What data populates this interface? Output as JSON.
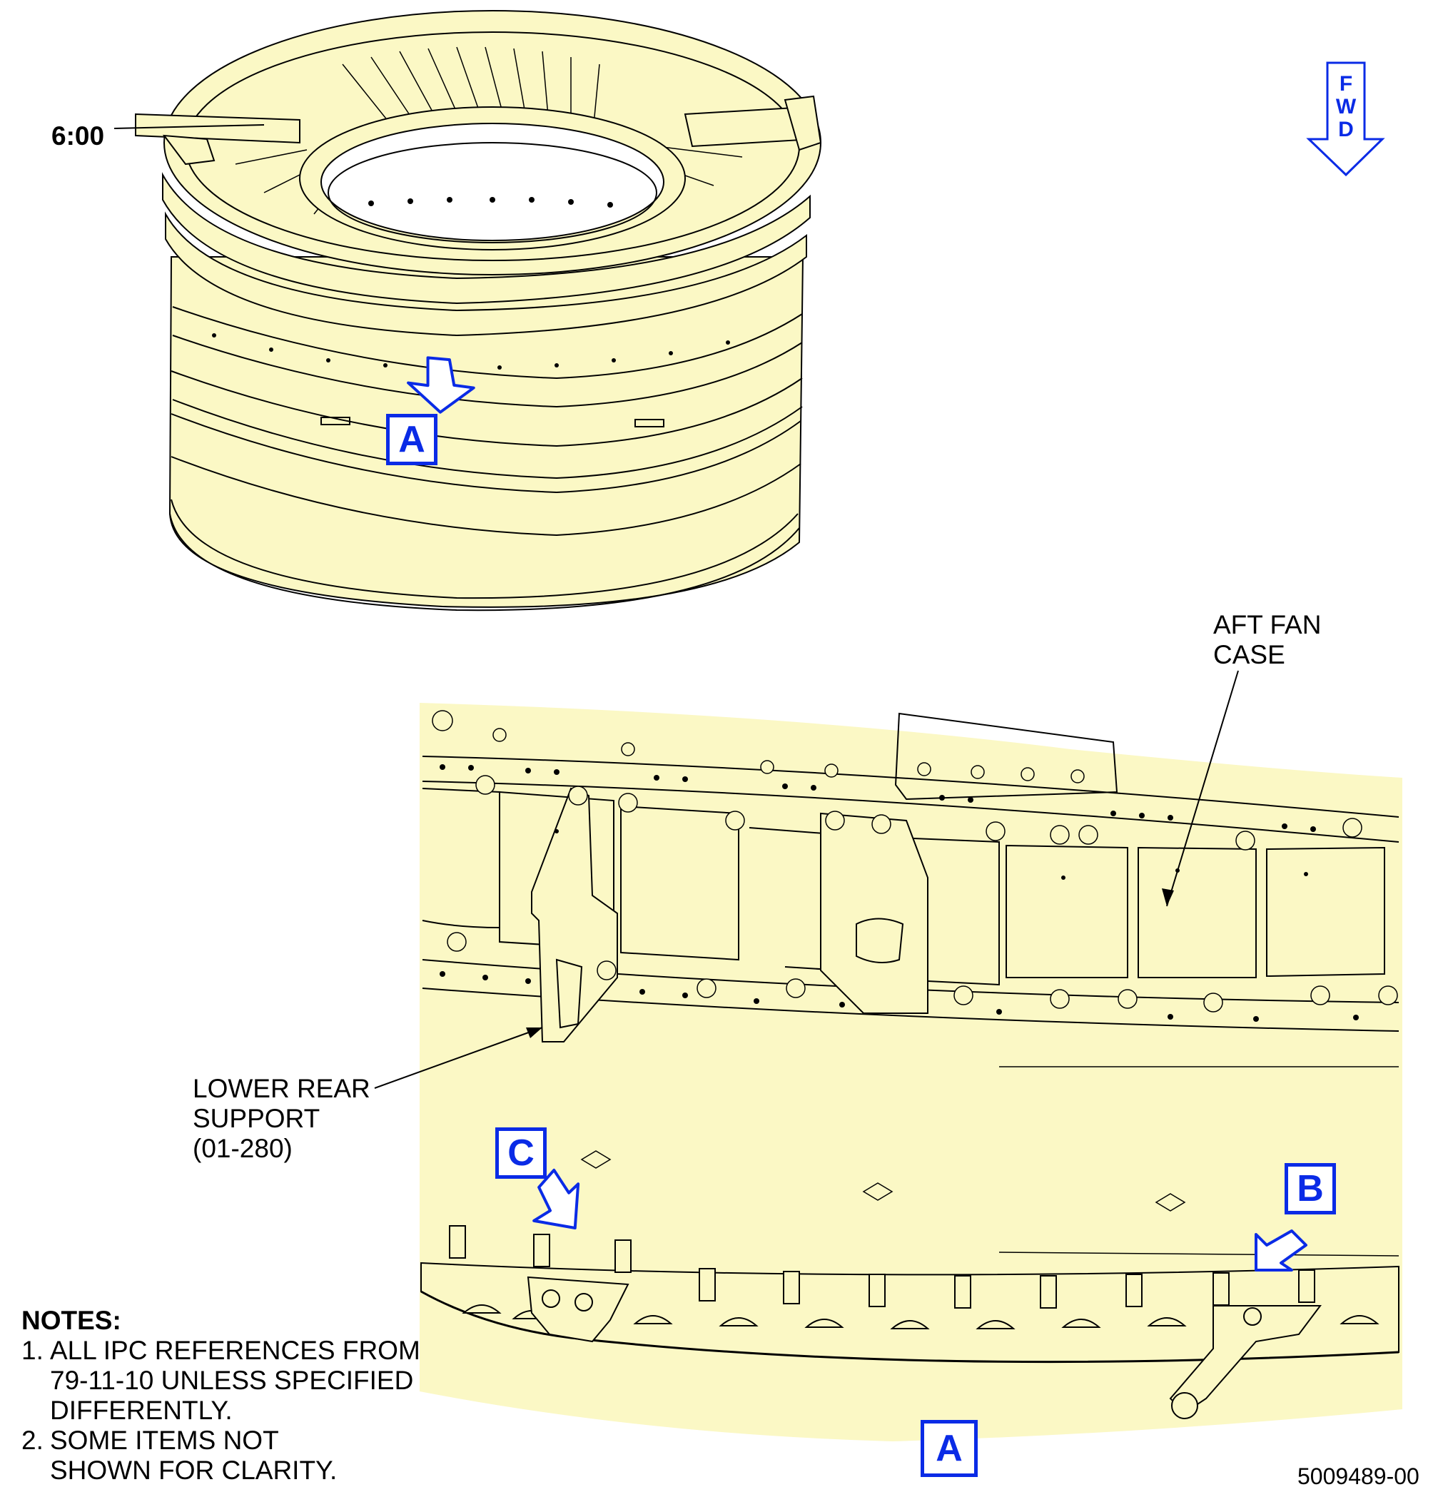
{
  "direction_indicator": {
    "letters": [
      "F",
      "W",
      "D"
    ],
    "color": "#0A2BE6"
  },
  "clock_label": "6:00",
  "view_tags": {
    "upper_view": "A",
    "detail_c": "C",
    "detail_b": "B",
    "view_title": "A"
  },
  "callouts": {
    "aft_fan_case": "AFT FAN\nCASE",
    "lower_rear_support": "LOWER REAR\nSUPPORT\n(01-280)"
  },
  "notes": {
    "title": "NOTES:",
    "items": [
      {
        "num": "1.",
        "text": "ALL IPC REFERENCES FROM 79-11-10 UNLESS SPECIFIED DIFFERENTLY."
      },
      {
        "num": "2.",
        "text": "SOME ITEMS NOT SHOWN FOR CLARITY."
      }
    ]
  },
  "figure_number": "5009489-00",
  "colors": {
    "part_fill": "#FBF8C5",
    "callout_blue": "#0A2BE6",
    "line": "#000000"
  }
}
